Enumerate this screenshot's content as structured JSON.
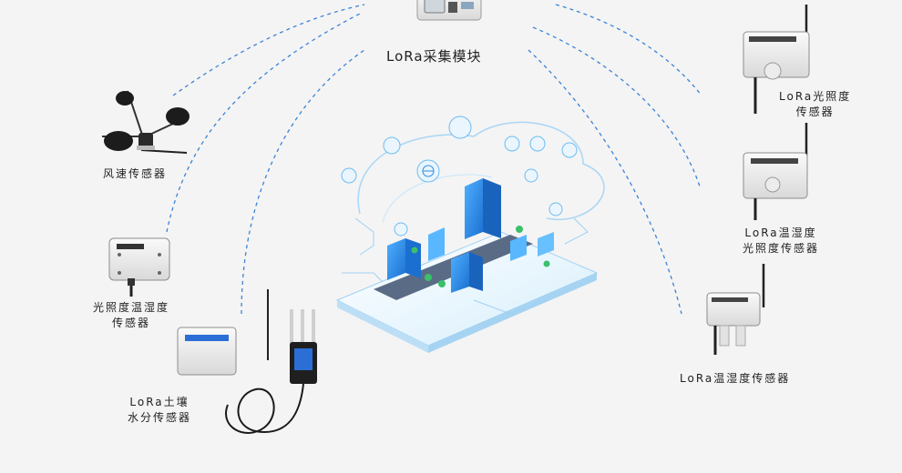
{
  "gateway": {
    "label": "LoRa采集模块"
  },
  "devices": [
    {
      "id": "wind",
      "lines": [
        "风速传感器"
      ]
    },
    {
      "id": "light-th-left",
      "lines": [
        "光照度温湿度",
        "传感器"
      ]
    },
    {
      "id": "soil",
      "lines": [
        "LoRa土壤",
        "水分传感器"
      ]
    },
    {
      "id": "light",
      "lines": [
        "LoRa光照度",
        "传感器"
      ]
    },
    {
      "id": "th-light",
      "lines": [
        "LoRa温湿度",
        "光照度传感器"
      ]
    },
    {
      "id": "th",
      "lines": [
        "LoRa温湿度传感器"
      ]
    }
  ],
  "colors": {
    "background": "#f4f4f4",
    "link": "#3b82d6",
    "city_blue": "#2b8ee8",
    "city_light": "#bfe3fb",
    "device_body": "#ececec",
    "antenna": "#222222"
  }
}
